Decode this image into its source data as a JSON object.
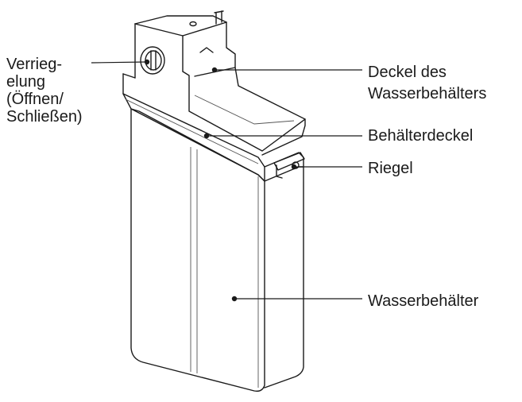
{
  "labels": {
    "lock": [
      "Verrieg-",
      "elung",
      "(Öffnen/",
      "Schließen)"
    ],
    "tank_lid_cover": [
      "Deckel des",
      "Wasserbehälters"
    ],
    "container_lid": "Behälterdeckel",
    "latch": "Riegel",
    "water_tank": "Wasserbehälter"
  }
}
